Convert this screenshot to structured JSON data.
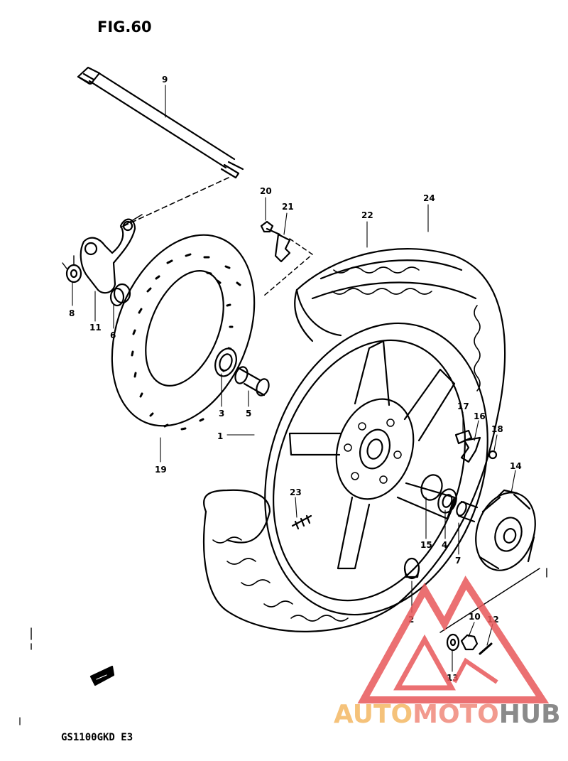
{
  "figure": {
    "title": "FIG.60"
  },
  "model_code": "GS1100GKD E3",
  "callouts": {
    "p1": "1",
    "p2": "2",
    "p3": "3",
    "p4": "4",
    "p5": "5",
    "p6": "6",
    "p7": "7",
    "p8": "8",
    "p9": "9",
    "p10": "10",
    "p11": "11",
    "p12": "12",
    "p13": "13",
    "p14": "14",
    "p15": "15",
    "p16": "16",
    "p17": "17",
    "p18": "18",
    "p19": "19",
    "p20": "20",
    "p21": "21",
    "p22": "22",
    "p23": "23",
    "p24": "24"
  },
  "watermark": {
    "part1": "AUTO",
    "part2": "MOTO",
    "part3": "HUB",
    "colors": {
      "part1": "#f5c27a",
      "part2": "#f29a8e",
      "part3": "#8a8a8a",
      "triangle": "#e8585a"
    }
  }
}
